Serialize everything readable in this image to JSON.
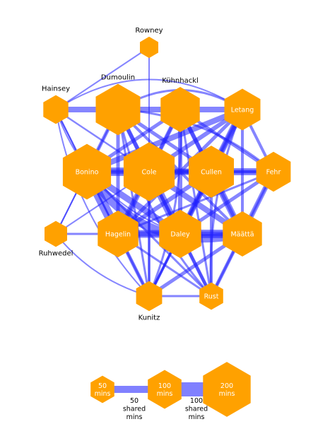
{
  "colors": {
    "node": "#ffa100",
    "edge": "#2020ff",
    "legend_edge": "#8080ff",
    "inside_text": "#ffffff",
    "outside_text": "#000000"
  },
  "players": [
    {
      "id": "rowney",
      "name": "Rowney",
      "mins": 30,
      "label_pos": "above"
    },
    {
      "id": "hainsey",
      "name": "Hainsey",
      "mins": 55,
      "label_pos": "above"
    },
    {
      "id": "dumoulin",
      "name": "Dumoulin",
      "mins": 175,
      "label_pos": "above"
    },
    {
      "id": "kuhnhackl",
      "name": "Kühnhackl",
      "mins": 135,
      "label_pos": "above"
    },
    {
      "id": "letang",
      "name": "Letang",
      "mins": 115,
      "label_pos": "inside"
    },
    {
      "id": "bonino",
      "name": "Bonino",
      "mins": 205,
      "label_pos": "inside"
    },
    {
      "id": "cole",
      "name": "Cole",
      "mins": 230,
      "label_pos": "inside"
    },
    {
      "id": "cullen",
      "name": "Cullen",
      "mins": 180,
      "label_pos": "inside"
    },
    {
      "id": "fehr",
      "name": "Fehr",
      "mins": 105,
      "label_pos": "inside"
    },
    {
      "id": "ruhwedel",
      "name": "Ruhwedel",
      "mins": 45,
      "label_pos": "below"
    },
    {
      "id": "hagelin",
      "name": "Hagelin",
      "mins": 145,
      "label_pos": "inside"
    },
    {
      "id": "daley",
      "name": "Daley",
      "mins": 155,
      "label_pos": "inside"
    },
    {
      "id": "maatta",
      "name": "Määttä",
      "mins": 135,
      "label_pos": "inside"
    },
    {
      "id": "kunitz",
      "name": "Kunitz",
      "mins": 60,
      "label_pos": "below"
    },
    {
      "id": "rust",
      "name": "Rust",
      "mins": 50,
      "label_pos": "inside"
    }
  ],
  "links": [
    {
      "a": "rowney",
      "b": "hainsey",
      "shared": 8
    },
    {
      "a": "rowney",
      "b": "kunitz",
      "shared": 10
    },
    {
      "a": "hainsey",
      "b": "dumoulin",
      "shared": 40
    },
    {
      "a": "hainsey",
      "b": "bonino",
      "shared": 12
    },
    {
      "a": "hainsey",
      "b": "cole",
      "shared": 12
    },
    {
      "a": "hainsey",
      "b": "hagelin",
      "shared": 10
    },
    {
      "a": "hainsey",
      "b": "kunitz",
      "shared": 10
    },
    {
      "a": "hainsey",
      "b": "letang",
      "shared": 10
    },
    {
      "a": "hainsey",
      "b": "daley",
      "shared": 10
    },
    {
      "a": "dumoulin",
      "b": "kuhnhackl",
      "shared": 40
    },
    {
      "a": "dumoulin",
      "b": "letang",
      "shared": 15
    },
    {
      "a": "dumoulin",
      "b": "bonino",
      "shared": 25
    },
    {
      "a": "dumoulin",
      "b": "cole",
      "shared": 30
    },
    {
      "a": "dumoulin",
      "b": "cullen",
      "shared": 25
    },
    {
      "a": "dumoulin",
      "b": "fehr",
      "shared": 15
    },
    {
      "a": "dumoulin",
      "b": "hagelin",
      "shared": 25
    },
    {
      "a": "dumoulin",
      "b": "daley",
      "shared": 25
    },
    {
      "a": "dumoulin",
      "b": "maatta",
      "shared": 20
    },
    {
      "a": "dumoulin",
      "b": "kunitz",
      "shared": 15
    },
    {
      "a": "dumoulin",
      "b": "rust",
      "shared": 15
    },
    {
      "a": "dumoulin",
      "b": "ruhwedel",
      "shared": 10
    },
    {
      "a": "kuhnhackl",
      "b": "letang",
      "shared": 40
    },
    {
      "a": "kuhnhackl",
      "b": "bonino",
      "shared": 25
    },
    {
      "a": "kuhnhackl",
      "b": "cole",
      "shared": 30
    },
    {
      "a": "kuhnhackl",
      "b": "cullen",
      "shared": 30
    },
    {
      "a": "kuhnhackl",
      "b": "fehr",
      "shared": 20
    },
    {
      "a": "kuhnhackl",
      "b": "hagelin",
      "shared": 20
    },
    {
      "a": "kuhnhackl",
      "b": "daley",
      "shared": 30
    },
    {
      "a": "kuhnhackl",
      "b": "maatta",
      "shared": 25
    },
    {
      "a": "kuhnhackl",
      "b": "rust",
      "shared": 15
    },
    {
      "a": "kuhnhackl",
      "b": "kunitz",
      "shared": 15
    },
    {
      "a": "letang",
      "b": "bonino",
      "shared": 40
    },
    {
      "a": "letang",
      "b": "cole",
      "shared": 30
    },
    {
      "a": "letang",
      "b": "cullen",
      "shared": 45
    },
    {
      "a": "letang",
      "b": "fehr",
      "shared": 20
    },
    {
      "a": "letang",
      "b": "hagelin",
      "shared": 25
    },
    {
      "a": "letang",
      "b": "daley",
      "shared": 30
    },
    {
      "a": "letang",
      "b": "maatta",
      "shared": 20
    },
    {
      "a": "letang",
      "b": "rust",
      "shared": 15
    },
    {
      "a": "letang",
      "b": "kunitz",
      "shared": 15
    },
    {
      "a": "bonino",
      "b": "cole",
      "shared": 60
    },
    {
      "a": "bonino",
      "b": "cullen",
      "shared": 35
    },
    {
      "a": "bonino",
      "b": "fehr",
      "shared": 15
    },
    {
      "a": "bonino",
      "b": "hagelin",
      "shared": 70
    },
    {
      "a": "bonino",
      "b": "daley",
      "shared": 45
    },
    {
      "a": "bonino",
      "b": "maatta",
      "shared": 60
    },
    {
      "a": "bonino",
      "b": "kunitz",
      "shared": 15
    },
    {
      "a": "bonino",
      "b": "rust",
      "shared": 15
    },
    {
      "a": "bonino",
      "b": "ruhwedel",
      "shared": 10
    },
    {
      "a": "cole",
      "b": "cullen",
      "shared": 45
    },
    {
      "a": "cole",
      "b": "fehr",
      "shared": 25
    },
    {
      "a": "cole",
      "b": "hagelin",
      "shared": 40
    },
    {
      "a": "cole",
      "b": "daley",
      "shared": 55
    },
    {
      "a": "cole",
      "b": "maatta",
      "shared": 40
    },
    {
      "a": "cole",
      "b": "kunitz",
      "shared": 20
    },
    {
      "a": "cole",
      "b": "rust",
      "shared": 20
    },
    {
      "a": "cole",
      "b": "ruhwedel",
      "shared": 10
    },
    {
      "a": "cullen",
      "b": "fehr",
      "shared": 50
    },
    {
      "a": "cullen",
      "b": "hagelin",
      "shared": 30
    },
    {
      "a": "cullen",
      "b": "daley",
      "shared": 40
    },
    {
      "a": "cullen",
      "b": "maatta",
      "shared": 45
    },
    {
      "a": "cullen",
      "b": "kunitz",
      "shared": 15
    },
    {
      "a": "cullen",
      "b": "rust",
      "shared": 20
    },
    {
      "a": "fehr",
      "b": "daley",
      "shared": 25
    },
    {
      "a": "fehr",
      "b": "maatta",
      "shared": 35
    },
    {
      "a": "fehr",
      "b": "hagelin",
      "shared": 15
    },
    {
      "a": "fehr",
      "b": "rust",
      "shared": 15
    },
    {
      "a": "hagelin",
      "b": "daley",
      "shared": 55
    },
    {
      "a": "hagelin",
      "b": "maatta",
      "shared": 35
    },
    {
      "a": "hagelin",
      "b": "kunitz",
      "shared": 25
    },
    {
      "a": "hagelin",
      "b": "rust",
      "shared": 15
    },
    {
      "a": "hagelin",
      "b": "ruhwedel",
      "shared": 15
    },
    {
      "a": "daley",
      "b": "maatta",
      "shared": 60
    },
    {
      "a": "daley",
      "b": "kunitz",
      "shared": 20
    },
    {
      "a": "daley",
      "b": "rust",
      "shared": 25
    },
    {
      "a": "maatta",
      "b": "kunitz",
      "shared": 25
    },
    {
      "a": "maatta",
      "b": "rust",
      "shared": 25
    },
    {
      "a": "kunitz",
      "b": "rust",
      "shared": 15
    },
    {
      "a": "ruhwedel",
      "b": "kunitz",
      "shared": 10
    }
  ],
  "legend": {
    "nodes": [
      {
        "mins": 50,
        "label": "50 mins"
      },
      {
        "mins": 100,
        "label": "100 mins"
      },
      {
        "mins": 200,
        "label": "200 mins"
      }
    ],
    "edges": [
      {
        "shared": 50,
        "label": "50 shared mins"
      },
      {
        "shared": 100,
        "label": "100 shared mins"
      }
    ]
  }
}
